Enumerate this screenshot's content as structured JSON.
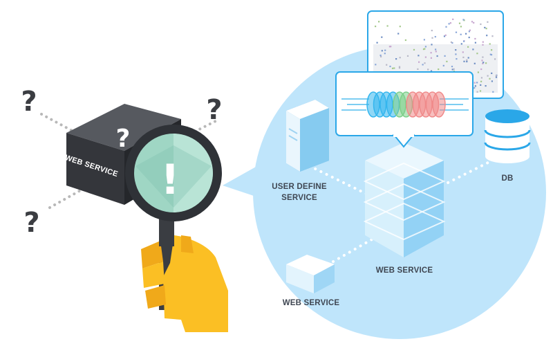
{
  "labels": {
    "cube": "WEB SERVICE",
    "user_define_line1": "USER DEFINE",
    "user_define_line2": "SERVICE",
    "db": "DB",
    "web_service_main": "WEB SERVICE",
    "web_service_small": "WEB SERVICE",
    "question_mark": "?",
    "exclamation_mark": "!"
  },
  "colors": {
    "circle": "#bfe5fb",
    "cube_dark": "#3b3d42",
    "lens": "#9fd6c4",
    "magnifier_ring": "#2f3237",
    "hand": "#fbbf24",
    "server": "#7ec6ef",
    "accent_blue": "#2aa7e8"
  }
}
